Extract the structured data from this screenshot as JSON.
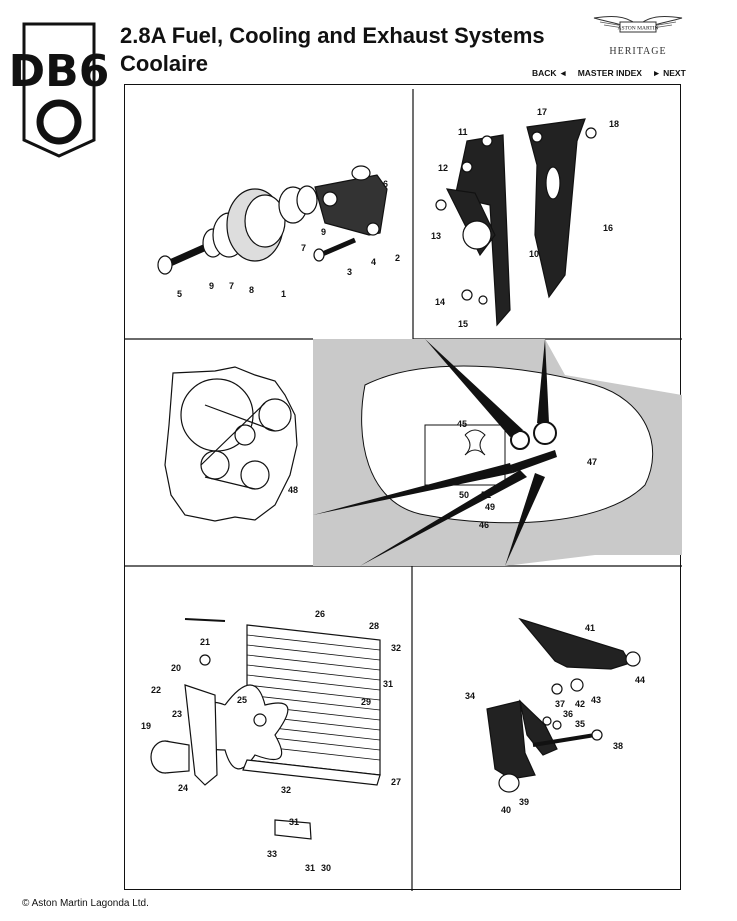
{
  "header": {
    "logo_text": "DB6",
    "title_line1": "2.8A Fuel, Cooling and Exhaust Systems",
    "title_line2": "Coolaire",
    "brand_name": "ASTON MARTIN",
    "brand_sub": "HERITAGE"
  },
  "nav": {
    "back": "BACK ◄",
    "index": "MASTER INDEX",
    "next": "► NEXT"
  },
  "callouts": {
    "p1": "1",
    "p2": "2",
    "p3": "3",
    "p4": "4",
    "p5": "5",
    "p6": "6",
    "p7a": "7",
    "p7b": "7",
    "p8": "8",
    "p9a": "9",
    "p9b": "9",
    "p10": "10",
    "p11": "11",
    "p12": "12",
    "p13": "13",
    "p14": "14",
    "p15": "15",
    "p16": "16",
    "p17": "17",
    "p18": "18",
    "p19": "19",
    "p20": "20",
    "p21": "21",
    "p22": "22",
    "p23": "23",
    "p24": "24",
    "p25": "25",
    "p26": "26",
    "p27": "27",
    "p28": "28",
    "p29": "29",
    "p30": "30",
    "p31a": "31",
    "p31b": "31",
    "p31c": "31",
    "p32a": "32",
    "p32b": "32",
    "p33": "33",
    "p34": "34",
    "p35": "35",
    "p36": "36",
    "p37": "37",
    "p38": "38",
    "p39": "39",
    "p40": "40",
    "p41": "41",
    "p42": "42",
    "p43": "43",
    "p44": "44",
    "p45": "45",
    "p46": "46",
    "p47": "47",
    "p48": "48",
    "p49": "49",
    "p50": "50",
    "p51": "51"
  },
  "footer": {
    "copyright": "© Aston Martin Lagonda Ltd."
  }
}
